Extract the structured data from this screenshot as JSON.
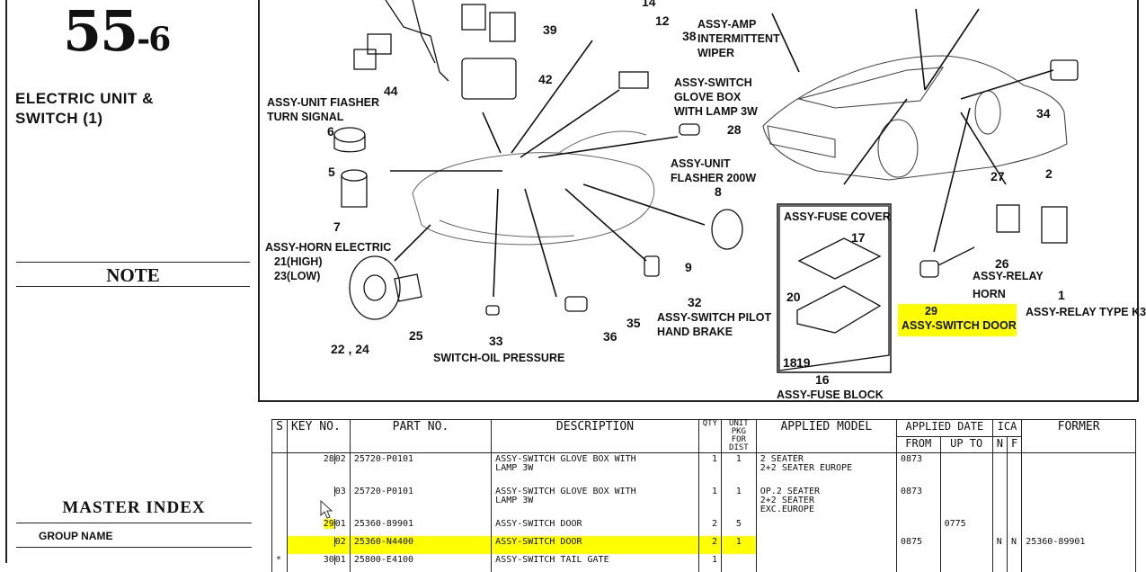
{
  "page": {
    "section_number": "55",
    "section_suffix": "-6",
    "section_title_line1": "ELECTRIC UNIT &",
    "section_title_line2": "SWITCH (1)",
    "note_title": "NOTE",
    "master_index_title": "MASTER  INDEX",
    "group_name_label": "GROUP NAME"
  },
  "diagram": {
    "highlight_color": "#ffff00",
    "labels": {
      "flasher_turn": [
        "ASSY-UNIT FIASHER",
        "TURN SIGNAL"
      ],
      "amp_wiper": [
        "ASSY-AMP",
        "INTERMITTENT",
        "WIPER"
      ],
      "glove_switch": [
        "ASSY-SWITCH",
        "GLOVE BOX",
        "WITH LAMP 3W"
      ],
      "flasher_200w": [
        "ASSY-UNIT",
        "FLASHER 200W"
      ],
      "horn_electric": [
        "ASSY-HORN ELECTRIC",
        "21(HIGH)",
        "23(LOW)"
      ],
      "oil_pressure": "SWITCH-OIL PRESSURE",
      "pilot_brake": [
        "ASSY-SWITCH PILOT",
        "HAND BRAKE"
      ],
      "fuse_cover": "ASSY-FUSE COVER",
      "fuse_block": "ASSY-FUSE BLOCK",
      "relay_horn": [
        "ASSY-RELAY",
        "HORN"
      ],
      "relay_k3": "ASSY-RELAY TYPE K3",
      "door_switch": "ASSY-SWITCH DOOR"
    },
    "callouts": {
      "n14": "14",
      "n12": "12",
      "n39": "39",
      "n38": "38",
      "n42": "42",
      "n44": "44",
      "n6": "6",
      "n5": "5",
      "n7": "7",
      "n28": "28",
      "n8": "8",
      "n9": "9",
      "n32": "32",
      "n35": "35",
      "n36": "36",
      "n33": "33",
      "n25": "25",
      "n22_24": "22 , 24",
      "n17": "17",
      "n20": "20",
      "n18": "18",
      "n19": "19",
      "n16": "16",
      "n34": "34",
      "n27": "27",
      "n2": "2",
      "n26": "26",
      "n1": "1",
      "n29": "29"
    }
  },
  "table": {
    "headers": {
      "s": "S",
      "key_no": "KEY NO.",
      "part_no": "PART  NO.",
      "description": "DESCRIPTION",
      "qty": "QTY",
      "unit_pkg": [
        "UNIT",
        "PKG",
        "FOR DIST"
      ],
      "applied_model": "APPLIED MODEL",
      "applied_date": "APPLIED DATE",
      "from": "FROM",
      "up_to": "UP TO",
      "ica": "ICA",
      "n": "N",
      "f": "F",
      "former": "FORMER"
    },
    "rows": [
      {
        "s": "",
        "key": "28",
        "sub": "02",
        "part": "25720-P0101",
        "desc": [
          "ASSY-SWITCH GLOVE BOX WITH",
          "LAMP 3W"
        ],
        "qty": "1",
        "pkg": "1",
        "model": [
          "2 SEATER",
          "2+2 SEATER EUROPE"
        ],
        "from": "0873",
        "upto": "",
        "n": "",
        "f": "",
        "former": "",
        "highlight": false
      },
      {
        "s": "",
        "key": "",
        "sub": "03",
        "part": "25720-P0101",
        "desc": [
          "ASSY-SWITCH GLOVE BOX WITH",
          "LAMP 3W"
        ],
        "qty": "1",
        "pkg": "1",
        "model": [
          "OP.2 SEATER",
          "2+2 SEATER",
          "EXC.EUROPE"
        ],
        "from": "0873",
        "upto": "",
        "n": "",
        "f": "",
        "former": "",
        "highlight": false
      },
      {
        "s": "",
        "key": "29",
        "sub": "01",
        "part": "25360-89901",
        "desc": [
          "ASSY-SWITCH DOOR"
        ],
        "qty": "2",
        "pkg": "5",
        "model": [],
        "from": "",
        "upto": "0775",
        "n": "",
        "f": "",
        "former": "",
        "highlight": false,
        "key_highlight": true
      },
      {
        "s": "",
        "key": "",
        "sub": "02",
        "part": "25360-N4400",
        "desc": [
          "ASSY-SWITCH DOOR"
        ],
        "qty": "2",
        "pkg": "1",
        "model": [],
        "from": "0875",
        "upto": "",
        "n": "N",
        "f": "N",
        "former": "25360-89901",
        "highlight": true
      },
      {
        "s": "*",
        "key": "30",
        "sub": "01",
        "part": "25800-E4100",
        "desc": [
          "ASSY-SWITCH TAIL GATE"
        ],
        "qty": "1",
        "pkg": "",
        "model": [],
        "from": "",
        "upto": "",
        "n": "",
        "f": "",
        "former": "",
        "highlight": false
      }
    ]
  }
}
